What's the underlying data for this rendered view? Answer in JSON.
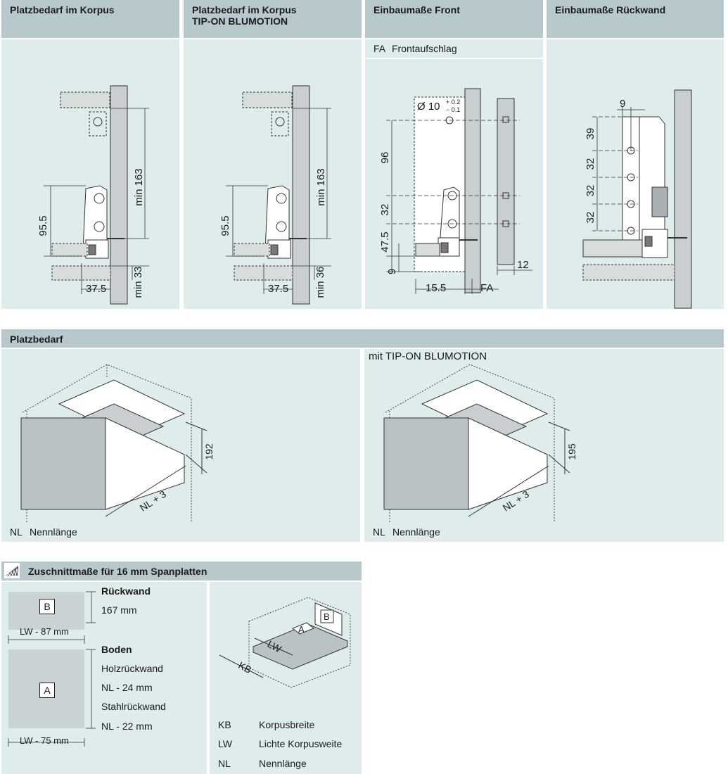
{
  "section_headers": {
    "korpus": "Platzbedarf im Korpus",
    "korpus_tip_line1": "Platzbedarf im Korpus",
    "korpus_tip_line2": "TIP-ON BLUMOTION",
    "front": "Einbaumaße Front",
    "rueckwand": "Einbaumaße Rückwand",
    "platzbedarf": "Platzbedarf",
    "zuschnitt": "Zuschnittmaße für 16 mm Spanplatten"
  },
  "front_legend": {
    "abbr": "FA",
    "text": "Frontaufschlag"
  },
  "dim_korpus": {
    "d1": "min 163",
    "d2": "95.5",
    "d3": "37.5",
    "d4": "min 33"
  },
  "dim_korpus_tip": {
    "d1": "min 163",
    "d2": "95.5",
    "d3": "37.5",
    "d4": "min 36"
  },
  "dim_front": {
    "hole": "Ø 10",
    "tol_plus": "+ 0.2",
    "tol_minus": "− 0.1",
    "d96": "96",
    "d32": "32",
    "d475": "47.5",
    "d9": "9",
    "d155": "15.5",
    "fa": "FA",
    "d12": "12"
  },
  "dim_rueckwand": {
    "d9": "9",
    "d39": "39",
    "d32a": "32",
    "d32b": "32",
    "d32c": "32"
  },
  "platzbedarf": {
    "tip_caption": "mit TIP-ON BLUMOTION",
    "height_left": "192",
    "height_right": "195",
    "nl_label": "NL + 3",
    "legend_left": {
      "abbr": "NL",
      "text": "Nennlänge"
    },
    "legend_right": {
      "abbr": "NL",
      "text": "Nennlänge"
    }
  },
  "zuschnitt": {
    "rueckwand_title": "Rückwand",
    "rueckwand_height": "167 mm",
    "rueckwand_box": "B",
    "rueckwand_width": "LW - 87 mm",
    "boden_title": "Boden",
    "boden_line1": "Holzrückwand",
    "boden_line2": "NL - 24 mm",
    "boden_line3": "Stahlrückwand",
    "boden_line4": "NL - 22 mm",
    "boden_box": "A",
    "boden_width": "LW - 75 mm",
    "iso_b": "B",
    "iso_a": "A",
    "iso_lw": "LW",
    "iso_kb": "KB",
    "legend": [
      {
        "abbr": "KB",
        "text": "Korpusbreite"
      },
      {
        "abbr": "LW",
        "text": "Lichte Korpusweite"
      },
      {
        "abbr": "NL",
        "text": "Nennlänge"
      }
    ]
  }
}
